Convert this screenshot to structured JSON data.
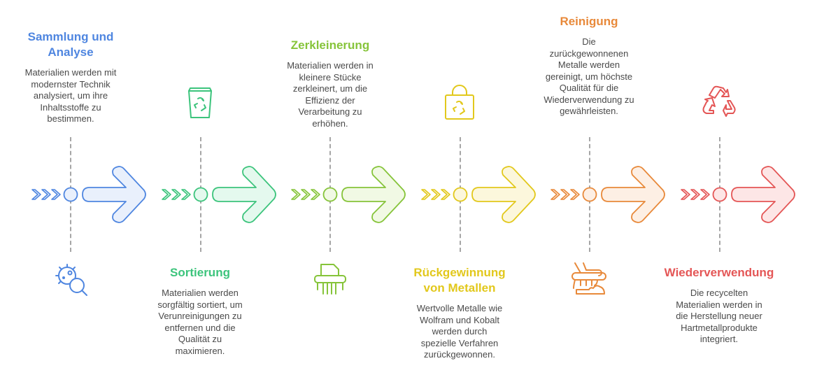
{
  "diagram": {
    "type": "process-timeline",
    "steps": [
      {
        "title": "Sammlung und Analyse",
        "description": "Materialien werden mit modernster Technik analysiert, um ihre Inhaltsstoffe zu bestimmen.",
        "icon": "bacteria-magnifier-icon",
        "color": "#4f86e0",
        "fill": "#e9f0fc",
        "text_position": "top"
      },
      {
        "title": "Sortierung",
        "description": "Materialien werden sorgfältig sortiert, um Verunreinigungen zu entfernen und die Qualität zu maximieren.",
        "icon": "recycle-bin-icon",
        "color": "#3cc47c",
        "fill": "#e4f9ee",
        "text_position": "bottom"
      },
      {
        "title": "Zerkleinerung",
        "description": "Materialien werden in kleinere Stücke zerkleinert, um die Effizienz der Verarbeitung zu erhöhen.",
        "icon": "shredder-icon",
        "color": "#86c43a",
        "fill": "#f1f9e4",
        "text_position": "top"
      },
      {
        "title": "Rückgewinnung von Metallen",
        "description": "Wertvolle Metalle wie Wolfram und Kobalt werden durch spezielle Verfahren zurückgewonnen.",
        "icon": "recycle-bag-icon",
        "color": "#e2c81c",
        "fill": "#fcf7dc",
        "text_position": "bottom"
      },
      {
        "title": "Reinigung",
        "description": "Die zurückgewonnenen Metalle werden gereinigt, um höchste Qualität für die Wiederverwendung zu gewährleisten.",
        "icon": "cleaning-brush-icon",
        "color": "#e8893a",
        "fill": "#fdefe4",
        "text_position": "top"
      },
      {
        "title": "Wiederverwendung",
        "description": "Die recycelten Materialien werden in die Herstellung neuer Hartmetallprodukte integriert.",
        "icon": "recycle-icon",
        "color": "#e45656",
        "fill": "#fde6e6",
        "text_position": "bottom"
      }
    ]
  }
}
